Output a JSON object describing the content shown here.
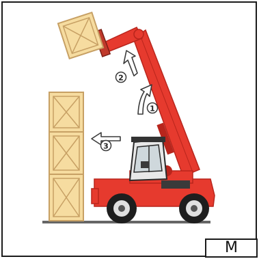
{
  "diagram": {
    "steps": [
      {
        "label": "1",
        "direction": "raise-boom"
      },
      {
        "label": "2",
        "direction": "extend-boom"
      },
      {
        "label": "3",
        "direction": "place-left"
      }
    ],
    "tag": "M",
    "colors": {
      "machine_red": "#e63a2e",
      "machine_dark_red": "#b8251c",
      "crate_fill": "#f6dca0",
      "crate_stroke": "#c7a064",
      "arrow_fill": "#ffffff",
      "arrow_stroke": "#3a3a3a",
      "tyre": "#1e1e1e",
      "ground": "#666666"
    }
  }
}
